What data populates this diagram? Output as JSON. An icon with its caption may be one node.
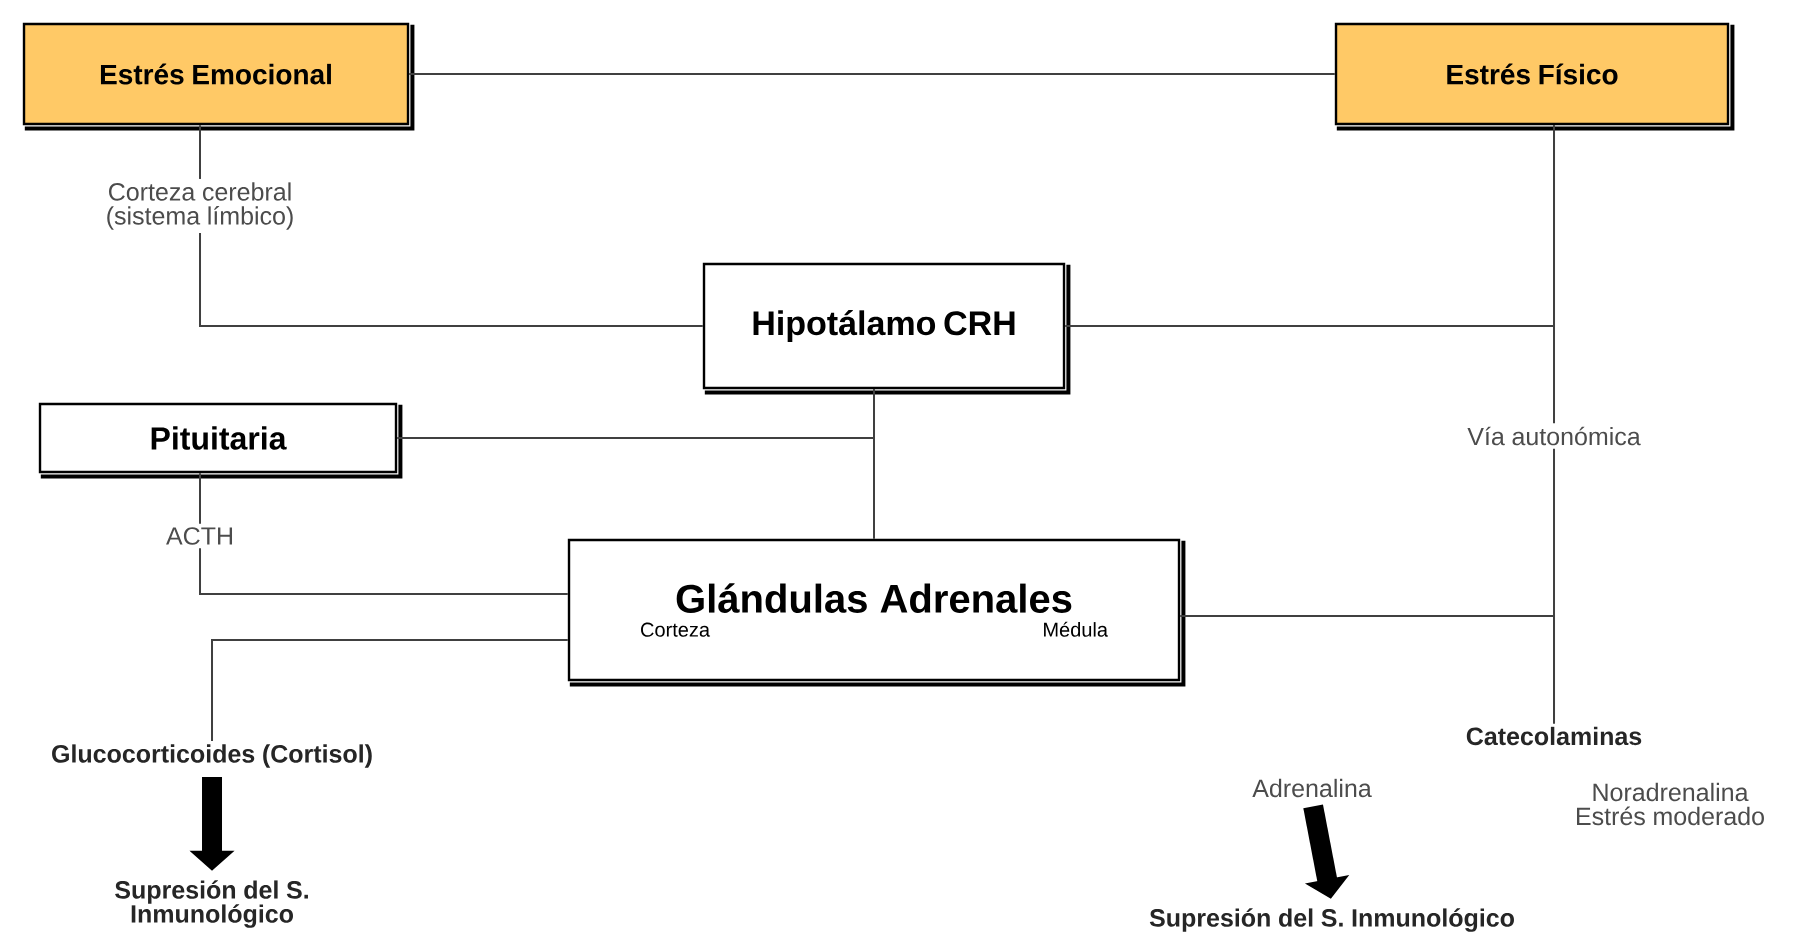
{
  "diagram": {
    "nodes": [
      {
        "text": [
          "Estrés Emocional"
        ]
      },
      {
        "text": [
          "Estrés Físico"
        ]
      },
      {
        "text": [
          "Hipotálamo CRH"
        ]
      },
      {
        "text": [
          "Pituitaria"
        ]
      },
      {
        "text": [
          "Glándulas Adrenales",
          "Corteza",
          "Médula"
        ]
      },
      {
        "text": [
          "Corteza cerebral (sistema límbico)"
        ]
      },
      {
        "text": [
          "Vía autonómica"
        ]
      },
      {
        "text": [
          "ACTH"
        ]
      },
      {
        "text": [
          "Glucocorticoides (Cortisol)"
        ]
      },
      {
        "text": [
          "Supresión del S. Inmunológico"
        ]
      },
      {
        "text": [
          "Catecolaminas"
        ]
      },
      {
        "text": [
          "Adrenalina"
        ]
      },
      {
        "text": [
          "Supresión del S. Inmunológico"
        ]
      }
    ],
    "edges": [
      {
        "from": 0,
        "to": 1,
        "arrow": "none"
      },
      {
        "from": 0,
        "to": 5,
        "arrow": "none"
      },
      {
        "from": 5,
        "to": 2,
        "arrow": "none"
      },
      {
        "from": 1,
        "to": 6,
        "arrow": "none"
      },
      {
        "from": 2,
        "to": 1,
        "arrow": "none"
      },
      {
        "from": 2,
        "to": 4,
        "arrow": "none"
      },
      {
        "from": 3,
        "to": 2,
        "arrow": "none"
      },
      {
        "from": 3,
        "to": 7,
        "arrow": "none"
      },
      {
        "from": 7,
        "to": 4,
        "arrow": "none"
      },
      {
        "from": 4,
        "to": 8,
        "arrow": "none"
      },
      {
        "from": 8,
        "to": 9,
        "arrow": "to",
        "style": "thick"
      },
      {
        "from": 4,
        "to": 10,
        "arrow": "none"
      },
      {
        "from": 6,
        "to": 10,
        "arrow": "none"
      },
      {
        "from": 11,
        "to": 12,
        "arrow": "to",
        "style": "thick"
      }
    ],
    "labels": [
      "Noradrenalina Estrés moderado"
    ]
  }
}
